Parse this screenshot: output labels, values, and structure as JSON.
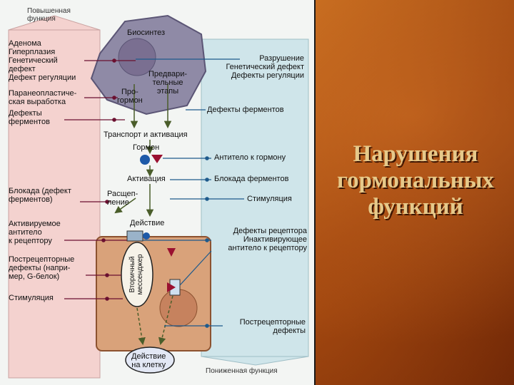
{
  "slide": {
    "title_lines": [
      "Нарушения",
      "гормональных",
      "функций"
    ]
  },
  "diagram": {
    "header_increased": [
      "Повышенная",
      "функция"
    ],
    "footer_decreased": "Пониженная функция",
    "cell": {
      "biosynthesis": "Биосинтез",
      "prohormone": [
        "Про-",
        "гормон"
      ],
      "preliminary_stages": [
        "Предвари-",
        "тельные",
        "этапы"
      ],
      "transport": "Транспорт и активация",
      "hormone": "Гормон",
      "activation": "Активация",
      "cleavage": [
        "Расщеп-",
        "ление"
      ],
      "action": "Действие",
      "second_messenger": [
        "Вторичный",
        "мессенджер"
      ],
      "cell_action": [
        "Действие",
        "на клетку"
      ]
    },
    "left_labels": {
      "adenoma": [
        "Аденома",
        "Гиперплазия",
        "Генетический",
        "дефект",
        "Дефект регуляции"
      ],
      "paraneoplastic": [
        "Паранеопластиче-",
        "ская выработка"
      ],
      "enzyme_defects": [
        "Дефекты",
        "ферментов"
      ],
      "blockade": [
        "Блокада (дефект",
        "ферментов)"
      ],
      "activating_ab": [
        "Активируемое",
        "антитело",
        "к рецептору"
      ],
      "postreceptor": [
        "Пострецепторные",
        "дефекты (напри-",
        "мер, G-белок)"
      ],
      "stimulation": "Стимуляция"
    },
    "right_labels": {
      "destruction": [
        "Разрушение",
        "Генетический дефект",
        "Дефекты регуляции"
      ],
      "enzyme_defects": "Дефекты ферментов",
      "antibody_hormone": "Антитело к гормону",
      "enzyme_block": "Блокада ферментов",
      "stimulation": "Стимуляция",
      "receptor_defects": [
        "Дефекты рецептора",
        "Инактивирующее",
        "антитело к рецептору"
      ],
      "postreceptor": [
        "Пострецепторные",
        "дефекты"
      ]
    },
    "colors": {
      "left_band": "#f4d2cf",
      "right_band": "#cfe5ea",
      "cell_outer": "#8f8aa6",
      "cell_nucleus": "#7a6f91",
      "target_cell": "#d9a27a",
      "left_connector": "#6b1030",
      "right_connector": "#1e5a8c",
      "hormone_dot": "#1e5aa8",
      "antibody": "#9a1030"
    }
  }
}
